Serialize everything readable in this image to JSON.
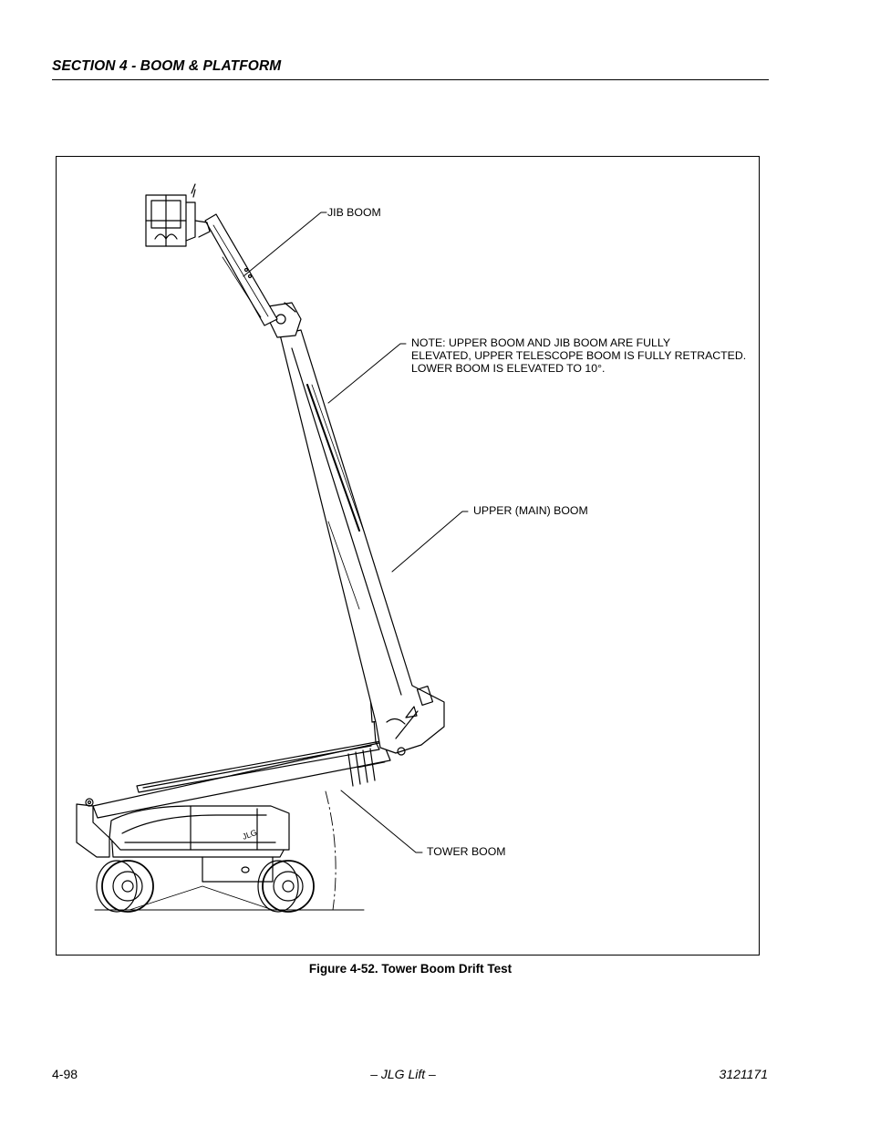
{
  "header": {
    "section_title": "SECTION 4 - BOOM & PLATFORM"
  },
  "figure": {
    "callouts": {
      "jib_boom": "JIB BOOM",
      "note_line1": "NOTE: UPPER BOOM AND JIB BOOM ARE FULLY",
      "note_line2": "ELEVATED,  UPPER TELESCOPE BOOM IS FULLY RETRACTED.",
      "note_line3": "LOWER BOOM IS ELEVATED TO 10°.",
      "upper_main_boom": "UPPER (MAIN) BOOM",
      "tower_boom": "TOWER BOOM"
    },
    "caption": "Figure 4-52.  Tower Boom Drift Test"
  },
  "footer": {
    "page_number": "4-98",
    "publisher": "– JLG Lift –",
    "document_number": "3121171"
  }
}
